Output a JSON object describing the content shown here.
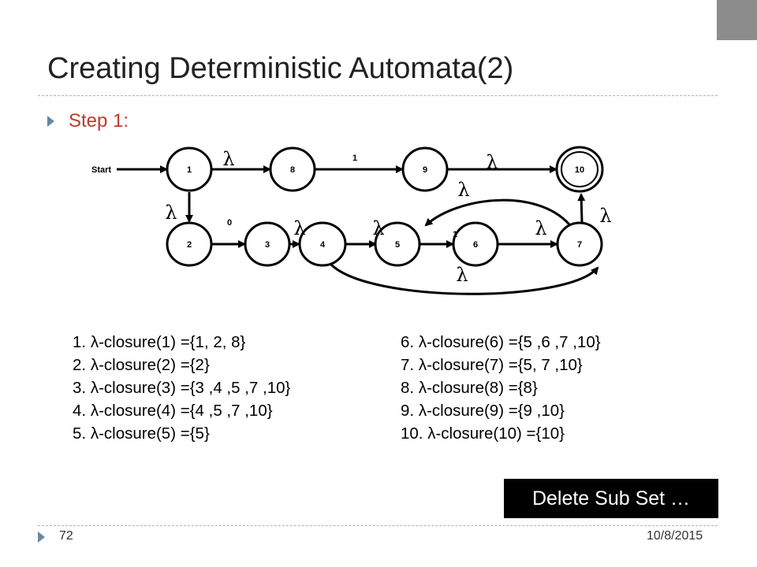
{
  "slide": {
    "title": "Creating Deterministic Automata(2)",
    "bullet": "Step 1:",
    "page_number": "72",
    "date": "10/8/2015",
    "button_label": "Delete Sub Set …"
  },
  "diagram": {
    "start_label": "Start",
    "states": [
      "1",
      "8",
      "9",
      "10",
      "2",
      "3",
      "4",
      "5",
      "6",
      "7"
    ],
    "accepting_state": "10",
    "lambda": "λ",
    "transitions": [
      {
        "from": "1",
        "to": "8",
        "label": "λ"
      },
      {
        "from": "8",
        "to": "9",
        "label": "1"
      },
      {
        "from": "9",
        "to": "10",
        "label": "λ"
      },
      {
        "from": "1",
        "to": "2",
        "label": "λ"
      },
      {
        "from": "2",
        "to": "3",
        "label": "0"
      },
      {
        "from": "3",
        "to": "4",
        "label": "λ"
      },
      {
        "from": "4",
        "to": "5",
        "label": "λ"
      },
      {
        "from": "5",
        "to": "6",
        "label": "1"
      },
      {
        "from": "6",
        "to": "7",
        "label": "λ"
      },
      {
        "from": "7",
        "to": "10",
        "label": "λ"
      },
      {
        "from": "7",
        "to": "5",
        "label": "λ"
      },
      {
        "from": "4",
        "to": "7",
        "label": "λ"
      }
    ]
  },
  "closures_left": [
    {
      "num": "1.",
      "text": "-closure(1) ={1, 2, 8}"
    },
    {
      "num": "2.",
      "text": "-closure(2) ={2}"
    },
    {
      "num": "3.",
      "text": "-closure(3) ={3 ,4 ,5 ,7 ,10}"
    },
    {
      "num": "4.",
      "text": "-closure(4) ={4 ,5 ,7 ,10}"
    },
    {
      "num": "5.",
      "text": "-closure(5) ={5}"
    }
  ],
  "closures_right": [
    {
      "num": "6.",
      "text": "-closure(6) ={5 ,6 ,7 ,10}"
    },
    {
      "num": "7.",
      "text": "-closure(7) ={5, 7 ,10}"
    },
    {
      "num": "8.",
      "text": "-closure(8) ={8}"
    },
    {
      "num": "9.",
      "text": "-closure(9) ={9 ,10}"
    },
    {
      "num": "10.",
      "text": "-closure(10) ={10}"
    }
  ],
  "colors": {
    "accent_red": "#c0392b",
    "bullet_blue": "#6c86a0",
    "corner_gray": "#8c8c8c"
  }
}
